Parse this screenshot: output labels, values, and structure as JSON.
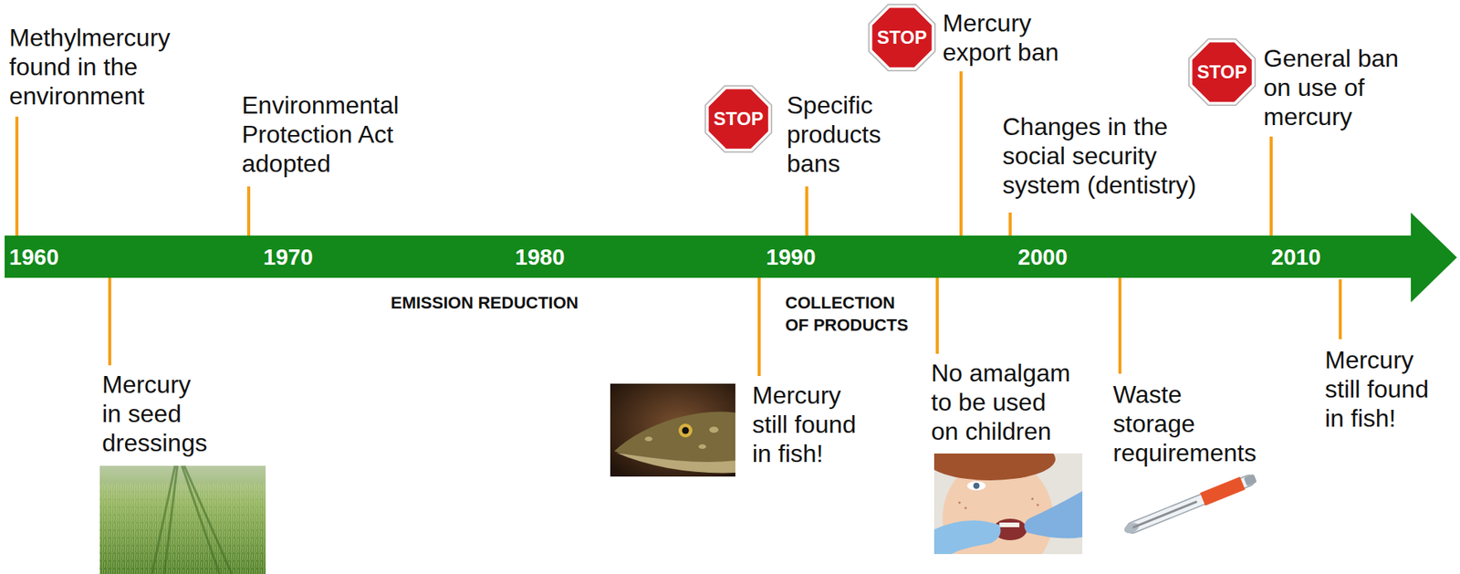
{
  "diagram": {
    "nodes": [
      {
        "text": [
          "STOP"
        ]
      },
      {
        "text": [
          "STOP"
        ]
      },
      {
        "text": [
          "STOP"
        ]
      },
      {
        "text": [
          "1960",
          "1970",
          "1980",
          "1990",
          "2000",
          "2010"
        ]
      }
    ],
    "labels": [
      "Methylmercury found in the environment",
      "Environmental Protection Act adopted",
      "Specific products bans",
      "Mercury export ban",
      "Changes in the social security system (dentistry)",
      "General ban on use of mercury",
      "Mercury in seed dressings",
      "EMISSION REDUCTION",
      "Mercury still found in fish!",
      "COLLECTION OF PRODUCTS",
      "No amalgam to be used on children",
      "Waste storage requirements",
      "Mercury still found in fish!"
    ]
  }
}
